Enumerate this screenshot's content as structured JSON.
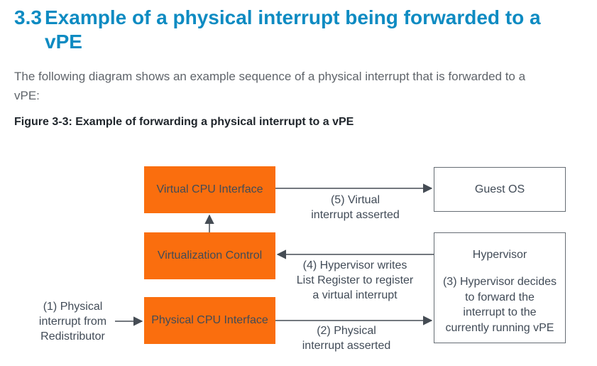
{
  "theme": {
    "heading_blue": "#0E8BC2",
    "box_orange": "#FA6E0E",
    "box_text": "#414B57",
    "outline_border": "#666D74",
    "arrow_color": "#454C54",
    "label_text": "#414B57",
    "body_text": "#5F646A",
    "caption_text": "#20262C"
  },
  "page": {
    "section_number": "3.3",
    "section_title": "Example of a physical interrupt being forwarded to a\nvPE",
    "intro_paragraph": "The following diagram shows an example sequence of a physical interrupt that is forwarded to a\nvPE:",
    "figure_caption": "Figure 3-3: Example of forwarding a physical interrupt to a vPE"
  },
  "diagram": {
    "boxes": {
      "virtual_cpu_interface": "Virtual CPU Interface",
      "virtualization_control": "Virtualization Control",
      "physical_cpu_interface": "Physical CPU Interface",
      "guest_os": "Guest OS",
      "hypervisor_title": "Hypervisor",
      "hypervisor_note": "(3) Hypervisor decides\nto forward the\ninterrupt to the\ncurrently running vPE"
    },
    "labels": {
      "step1": "(1) Physical\ninterrupt from\nRedistributor",
      "step2": "(2) Physical\ninterrupt asserted",
      "step4": "(4) Hypervisor writes\nList Register to register\na virtual interrupt",
      "step5": "(5) Virtual\ninterrupt asserted"
    }
  }
}
